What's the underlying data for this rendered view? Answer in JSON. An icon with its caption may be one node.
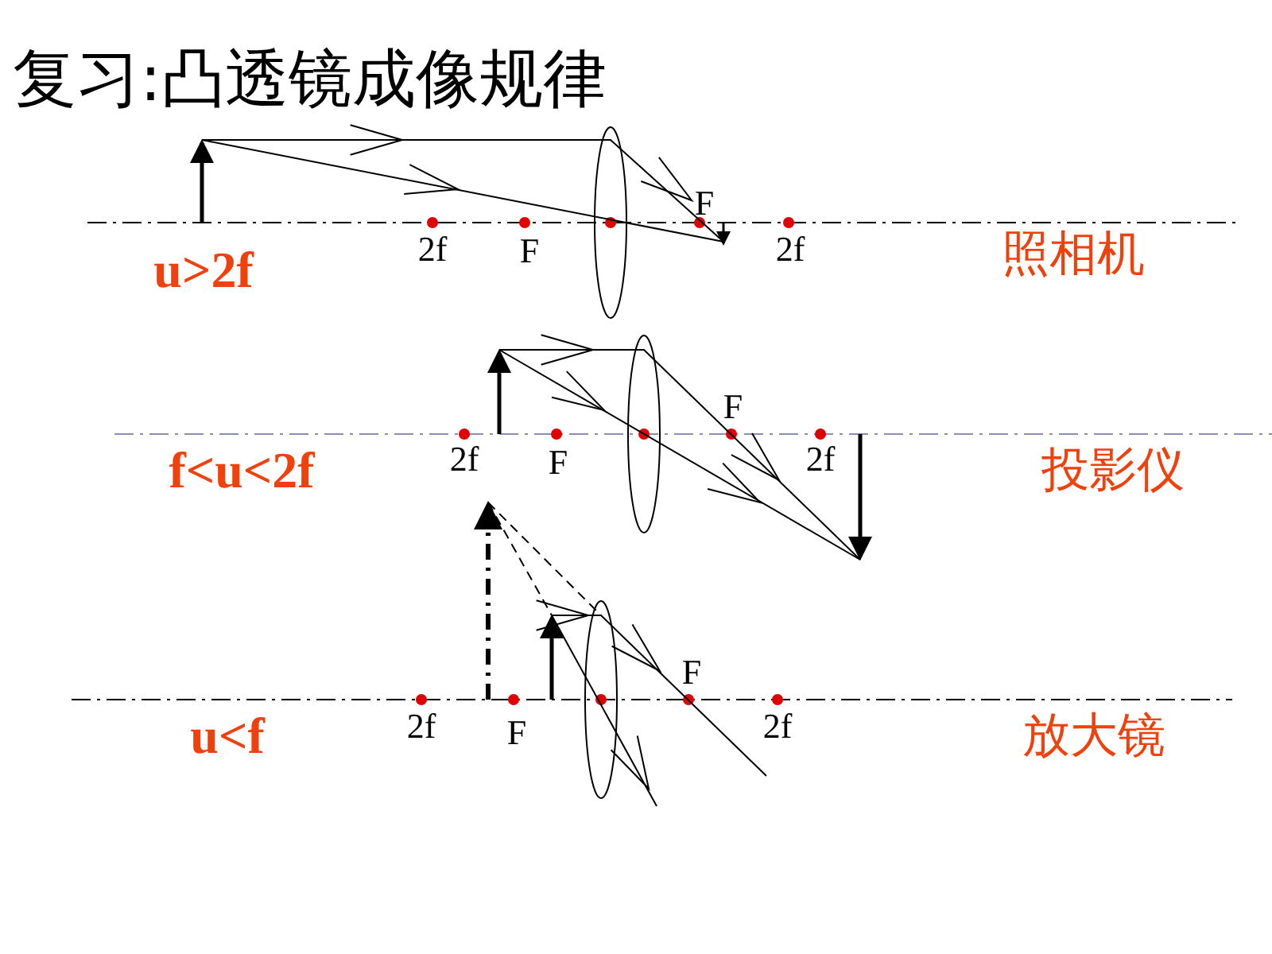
{
  "diagram": {
    "title": "复习:凸透镜成像规律",
    "labels": [
      "F",
      "2f",
      "F",
      "2f",
      "u>2f",
      "照相机",
      "F",
      "2f",
      "F",
      "2f",
      "f<u<2f",
      "投影仪",
      "F",
      "2f",
      "F",
      "2f",
      "u<f",
      "放大镜"
    ]
  }
}
